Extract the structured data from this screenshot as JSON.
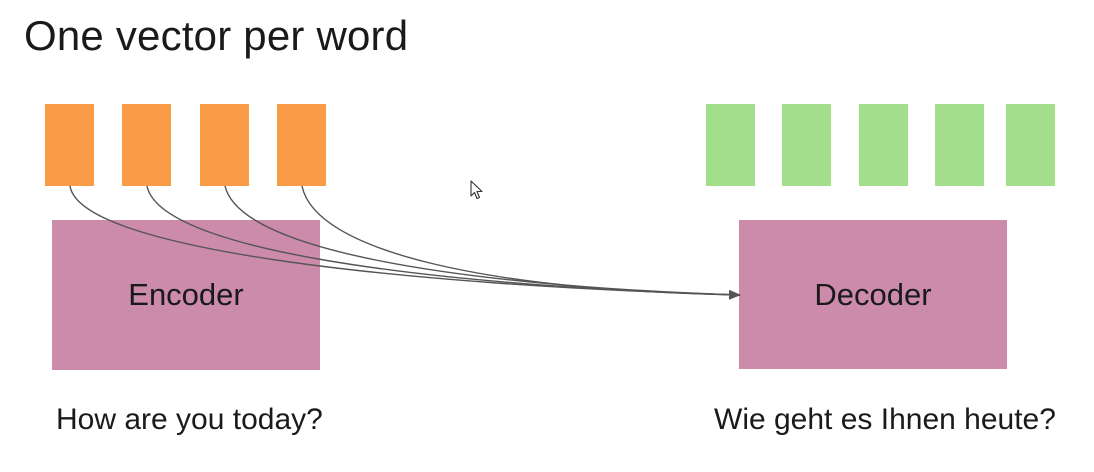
{
  "slide": {
    "title": "One vector per word"
  },
  "encoder": {
    "label": "Encoder",
    "input_sentence": "How are you today?",
    "vector_count": 4,
    "vector_color": "#fa9b47"
  },
  "decoder": {
    "label": "Decoder",
    "output_sentence": "Wie geht es Ihnen heute?",
    "vector_count": 5,
    "vector_color": "#a3de8c"
  },
  "colors": {
    "block": "#cd8bab",
    "arrow": "#555555"
  },
  "icons": {
    "cursor": "mouse-pointer-icon"
  }
}
